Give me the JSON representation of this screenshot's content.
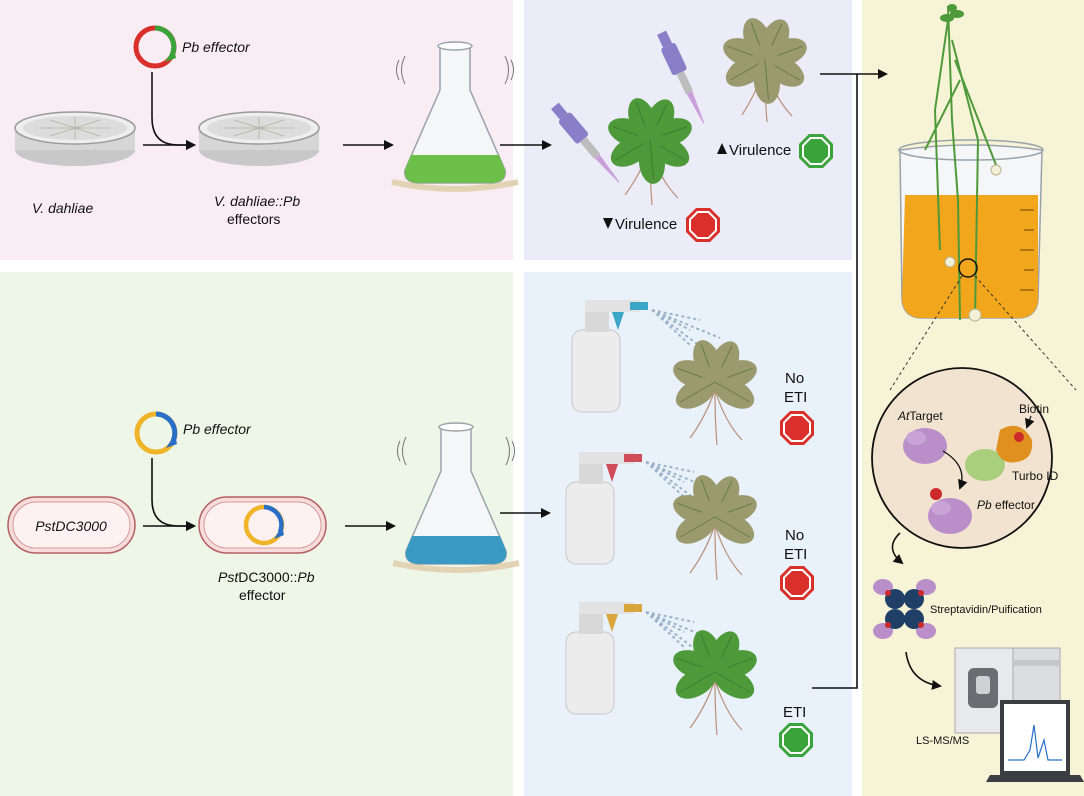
{
  "colors": {
    "panel_pink": "#f9ecf2",
    "panel_lavender": "#ecebf8",
    "panel_green": "#eef6e8",
    "panel_blue": "#e9f1fa",
    "panel_yellow": "#f6f3d6",
    "stop_red": "#d9302b",
    "ok_green": "#3aa33a",
    "plasmid_red": "#d9302b",
    "plasmid_green": "#3aa33a",
    "plasmid_yellow": "#f0b429",
    "plasmid_blue": "#2a6fc7",
    "flask_green": "#6cc04a",
    "flask_blue": "#3a9ac4",
    "beaker_orange": "#f2a61c",
    "plant_green": "#4e9a3a",
    "plant_olive": "#9a9a6e",
    "target_purple": "#b98ec9",
    "effector_green": "#a9cf7c",
    "turbo_orange": "#e0901e",
    "streptavidin_blue": "#1f3f66"
  },
  "icons": [
    "plasmid-icon",
    "petri-dish-icon",
    "flask-icon",
    "pipette-icon",
    "plant-icon",
    "spray-bottle-icon",
    "stop-sign-icon",
    "octagon-ok-icon",
    "beaker-icon",
    "protein-icon",
    "streptavidin-icon",
    "mass-spectrometer-icon",
    "laptop-icon",
    "arrow-icon"
  ],
  "top": {
    "plasmid_label": "Pb effector",
    "dish1_label": "V.  dahliae",
    "dish2_label_line1": "V. dahliae::Pb",
    "dish2_label_line2": "effectors",
    "virulence_up": "Virulence",
    "virulence_down": "Virulence"
  },
  "bottom": {
    "plasmid_label": "Pb effector",
    "cell1_label": "PstDC3000",
    "cell2_label_prefix": "Pst",
    "cell2_label_mid": "DC3000::",
    "cell2_label_italic": "Pb",
    "cell2_label_line2": "effector",
    "result1_line1": "No",
    "result1_line2": "ETI",
    "result2_line1": "No",
    "result2_line2": "ETI",
    "result3_line1": "ETI"
  },
  "right": {
    "target_italic": "At",
    "target_label": "Target",
    "biotin_label": "Biotin",
    "turbo_label": "Turbo ID",
    "effector_italic": "Pb",
    "effector_label": " effector",
    "streptavidin_label": "Streptavidin/Puification",
    "lcms_label": "LS-MS/MS"
  }
}
